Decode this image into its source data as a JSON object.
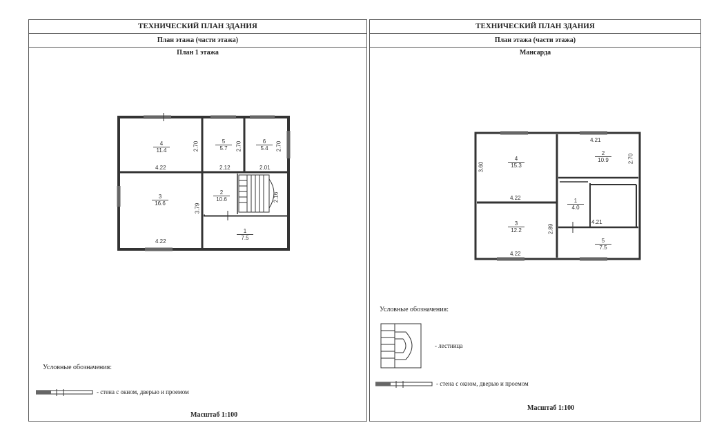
{
  "left": {
    "header": "ТЕХНИЧЕСКИЙ ПЛАН ЗДАНИЯ",
    "subheader": "План этажа (части этажа)",
    "plan_title": "План 1 этажа",
    "rooms": [
      {
        "num": "4",
        "area": "11.4"
      },
      {
        "num": "5",
        "area": "5.7"
      },
      {
        "num": "6",
        "area": "5.4"
      },
      {
        "num": "3",
        "area": "16.6"
      },
      {
        "num": "2",
        "area": "10.6"
      },
      {
        "num": "1",
        "area": "7.5"
      }
    ],
    "dims": [
      "2.70",
      "2.70",
      "2.70",
      "4.22",
      "2.12",
      "2.01",
      "3.79",
      "2.16",
      "4.22"
    ],
    "legend_title": "Условные обозначения:",
    "legend_wall": "- стена с окном, дверью и проемом",
    "scale": "Масштаб 1:100"
  },
  "right": {
    "header": "ТЕХНИЧЕСКИЙ ПЛАН ЗДАНИЯ",
    "subheader": "План этажа (части этажа)",
    "plan_title": "Мансарда",
    "rooms": [
      {
        "num": "4",
        "area": "15.3"
      },
      {
        "num": "2",
        "area": "10.9"
      },
      {
        "num": "1",
        "area": "4.0"
      },
      {
        "num": "3",
        "area": "12.2"
      },
      {
        "num": "5",
        "area": "7.5"
      }
    ],
    "dims": [
      "4.21",
      "3.60",
      "2.70",
      "4.22",
      "4.21",
      "2.89",
      "4.22"
    ],
    "legend_title": "Условные обозначения:",
    "legend_stair": "- лестница",
    "legend_wall": "- стена с окном, дверью и проемом",
    "scale": "Масштаб 1:100"
  }
}
